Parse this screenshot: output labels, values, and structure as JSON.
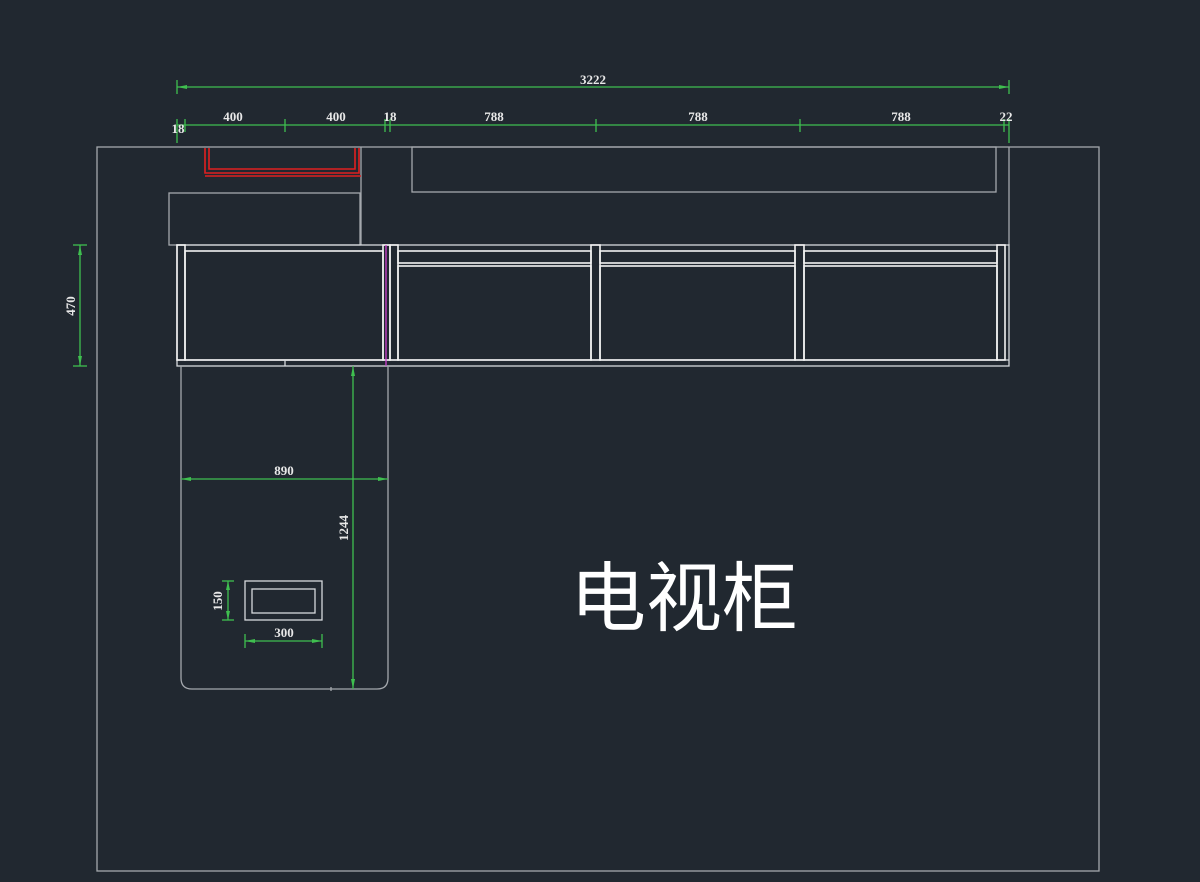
{
  "drawing": {
    "title": "电视柜",
    "colors": {
      "background": "#212830",
      "dimension": "#3fbf4f",
      "outline": "#a4a8ad",
      "cabinet": "#f2f2f2",
      "highlight": "#e02020"
    }
  },
  "dimensions": {
    "overall_width": "3222",
    "top_segments": [
      "18",
      "400",
      "400",
      "18",
      "788",
      "788",
      "788",
      "22"
    ],
    "depth": "470",
    "peninsula_width": "890",
    "peninsula_length": "1244",
    "cutout_width": "300",
    "cutout_height": "150"
  }
}
